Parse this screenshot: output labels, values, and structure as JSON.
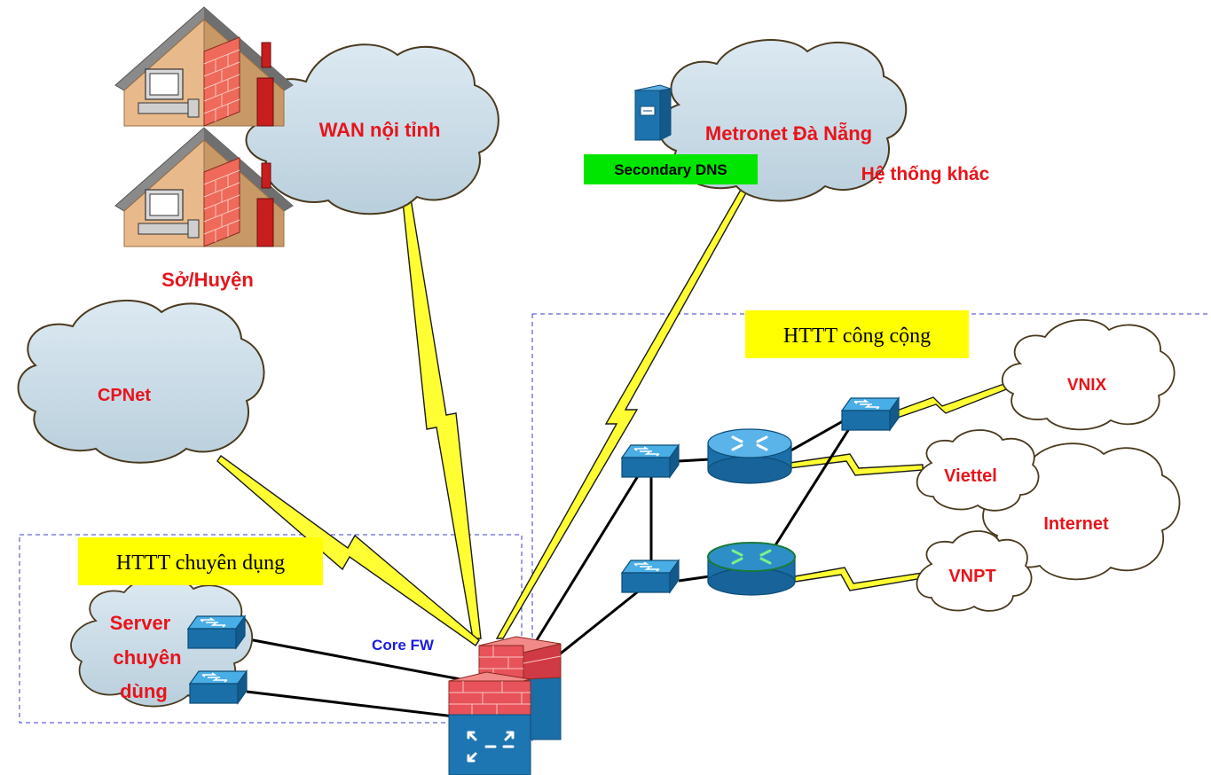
{
  "clouds": {
    "wan": "WAN nội tỉnh",
    "metronet": "Metronet Đà Nẵng",
    "cpnet": "CPNet",
    "vnix": "VNIX",
    "viettel": "Viettel",
    "internet": "Internet",
    "vnpt": "VNPT",
    "server_line1": "Server",
    "server_line2": "chuyên",
    "server_line3": "dùng"
  },
  "labels": {
    "secondary_dns": "Secondary DNS",
    "other_systems": "Hệ thống khác",
    "departments": "Sở/Huyện",
    "core_fw": "Core FW",
    "public_zone": "HTTT công cộng",
    "dedicated_zone": "HTTT chuyên dụng"
  },
  "colors": {
    "cloud_fill": "#c9dde9",
    "cloud_stroke": "#4a3a1e",
    "red_text": "#e8141b",
    "blue_text": "#1a1ae6",
    "zone_label_bg": "#ffff00",
    "dns_label_bg": "#00e600",
    "device_blue": "#1e7fbf",
    "firewall_red": "#e8525a",
    "serial_link": "#ffff33"
  }
}
